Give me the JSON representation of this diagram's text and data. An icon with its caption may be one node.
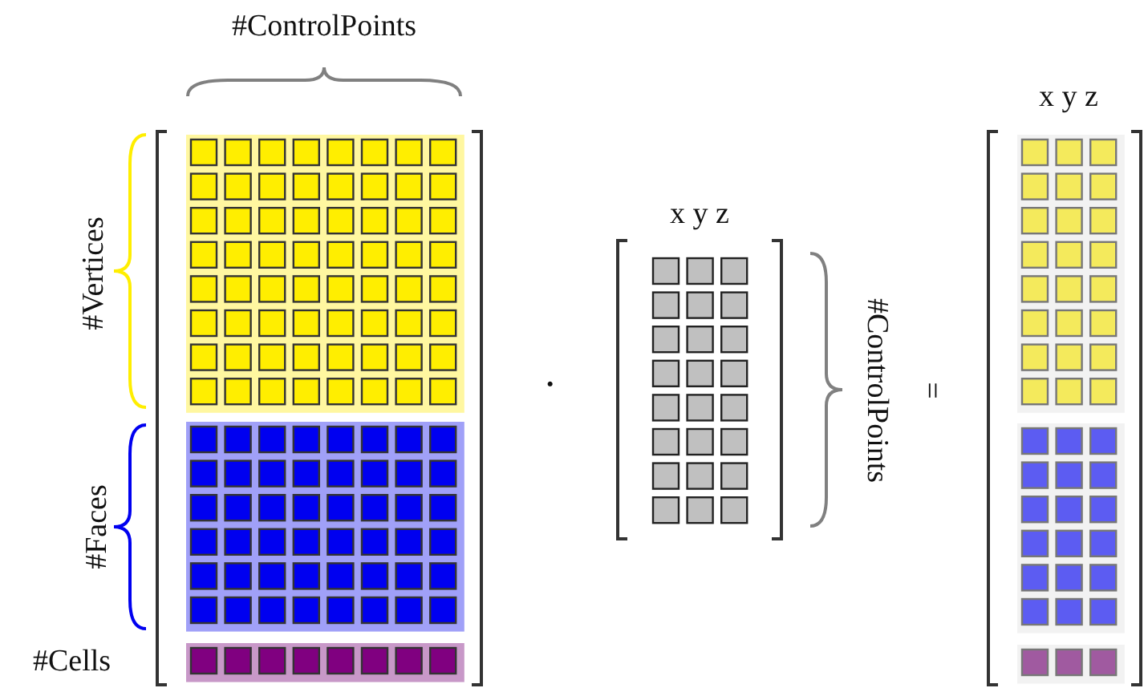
{
  "diagram": {
    "labels": [
      "#ControlPoints",
      "x y z",
      "#Vertices",
      "x y z",
      "·",
      "#ControlPoints",
      "=",
      "#Faces",
      "#Cells"
    ]
  }
}
